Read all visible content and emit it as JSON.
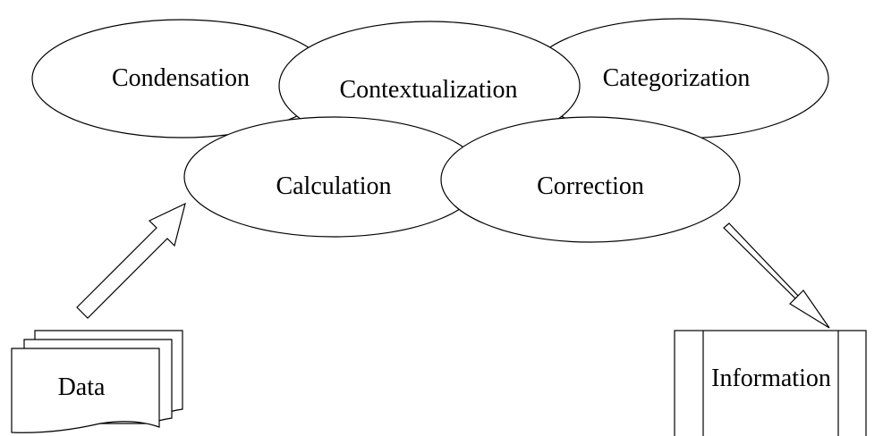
{
  "diagram": {
    "processes": {
      "condensation": "Condensation",
      "contextualization": "Contextualization",
      "categorization": "Categorization",
      "calculation": "Calculation",
      "correction": "Correction"
    },
    "input": {
      "label": "Data",
      "shape": "multi-document"
    },
    "output": {
      "label": "Information",
      "shape": "predefined-process"
    },
    "flow_arrows": [
      "data-to-process",
      "process-to-information"
    ]
  }
}
